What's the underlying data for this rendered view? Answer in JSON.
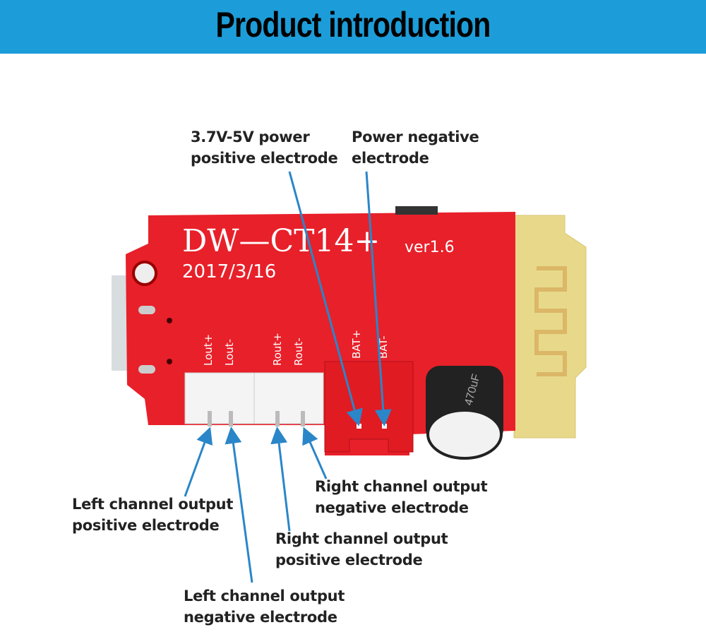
{
  "header": {
    "title": "Product introduction",
    "color": "#1c9dd9"
  },
  "board": {
    "model": "DW—CT14+",
    "version": "ver1.6",
    "date": "2017/3/16",
    "pins": [
      "Lout+",
      "Lout-",
      "Rout+",
      "Rout-",
      "BAT+",
      "BAT-"
    ],
    "capacitor": "470uF"
  },
  "annotations": {
    "power_positive": [
      "3.7V-5V power",
      "positive electrode"
    ],
    "power_negative": [
      "Power negative",
      "electrode"
    ],
    "left_positive": [
      "Left channel output",
      "positive electrode"
    ],
    "right_negative": [
      "Right channel output",
      "negative electrode"
    ],
    "right_positive": [
      "Right channel output",
      "positive electrode"
    ],
    "left_negative": [
      "Left channel output",
      "negative electrode"
    ]
  },
  "arrow_color": "#2a86c8"
}
